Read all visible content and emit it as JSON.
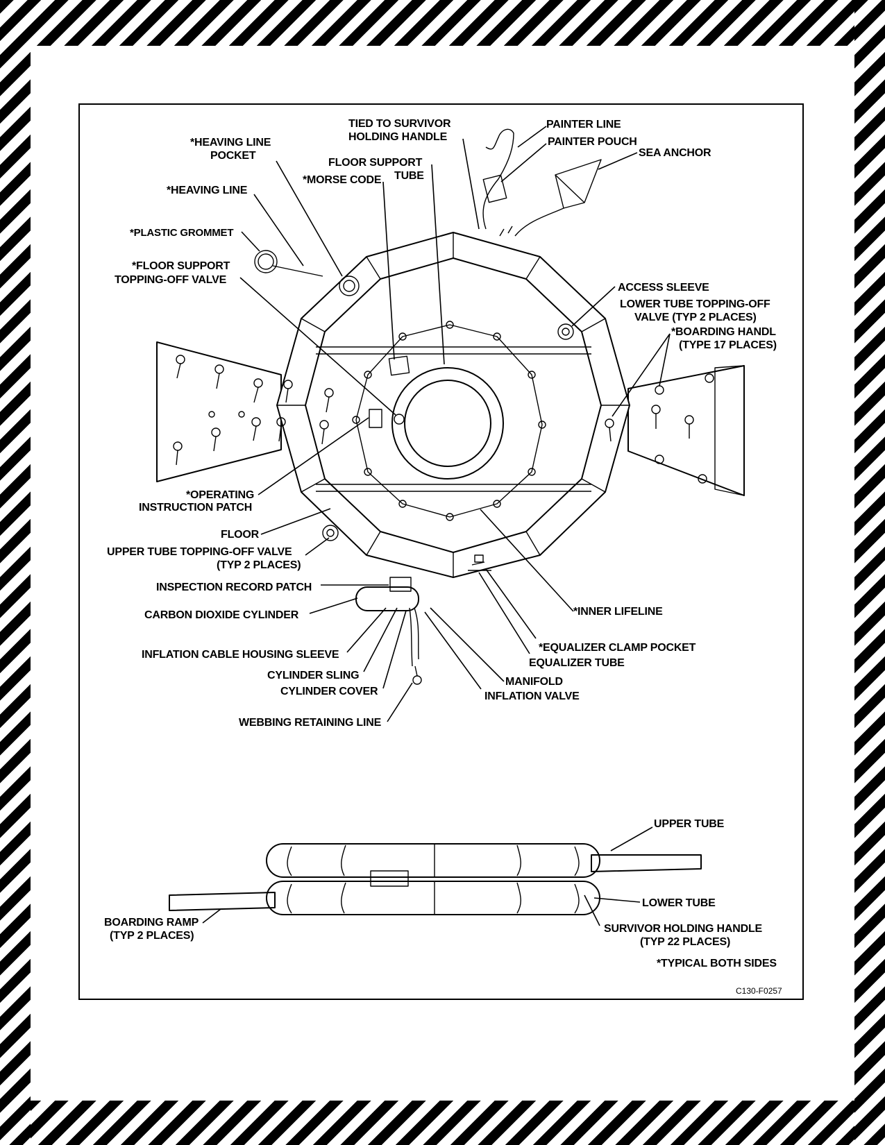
{
  "figure_code": "C130-F0257",
  "labels": {
    "tied_to_survivor_1": "TIED TO SURVIVOR",
    "tied_to_survivor_2": "HOLDING HANDLE",
    "painter_line": "PAINTER LINE",
    "painter_pouch": "PAINTER POUCH",
    "sea_anchor": "SEA ANCHOR",
    "heaving_line_pocket_1": "*HEAVING LINE",
    "heaving_line_pocket_2": "POCKET",
    "floor_support_tube_1": "FLOOR SUPPORT",
    "floor_support_tube_2": "TUBE",
    "morse_code": "*MORSE CODE",
    "heaving_line": "*HEAVING LINE",
    "plastic_grommet": "*PLASTIC GROMMET",
    "floor_support_valve_1": "*FLOOR SUPPORT",
    "floor_support_valve_2": "TOPPING-OFF VALVE",
    "access_sleeve": "ACCESS SLEEVE",
    "lower_tube_valve_1": "LOWER TUBE TOPPING-OFF",
    "lower_tube_valve_2": "VALVE (TYP 2 PLACES)",
    "boarding_handle_1": "*BOARDING HANDL",
    "boarding_handle_2": "(TYPE 17 PLACES)",
    "operating_patch_1": "*OPERATING",
    "operating_patch_2": "INSTRUCTION PATCH",
    "floor": "FLOOR",
    "upper_tube_valve_1": "UPPER TUBE TOPPING-OFF VALVE",
    "upper_tube_valve_2": "(TYP 2 PLACES)",
    "inspection_patch": "INSPECTION RECORD PATCH",
    "co2_cylinder": "CARBON DIOXIDE CYLINDER",
    "inner_lifeline": "*INNER LIFELINE",
    "equalizer_clamp_pocket": "*EQUALIZER CLAMP POCKET",
    "equalizer_tube": "EQUALIZER TUBE",
    "inflation_cable_sleeve": "INFLATION CABLE HOUSING SLEEVE",
    "cylinder_sling": "CYLINDER SLING",
    "cylinder_cover": "CYLINDER COVER",
    "manifold_1": "MANIFOLD",
    "manifold_2": "INFLATION VALVE",
    "webbing_line": "WEBBING RETAINING LINE",
    "upper_tube": "UPPER TUBE",
    "lower_tube": "LOWER TUBE",
    "boarding_ramp_1": "BOARDING RAMP",
    "boarding_ramp_2": "(TYP 2 PLACES)",
    "survivor_handle_1": "SURVIVOR HOLDING HANDLE",
    "survivor_handle_2": "(TYP 22 PLACES)",
    "typical_both_sides": "*TYPICAL BOTH SIDES"
  }
}
